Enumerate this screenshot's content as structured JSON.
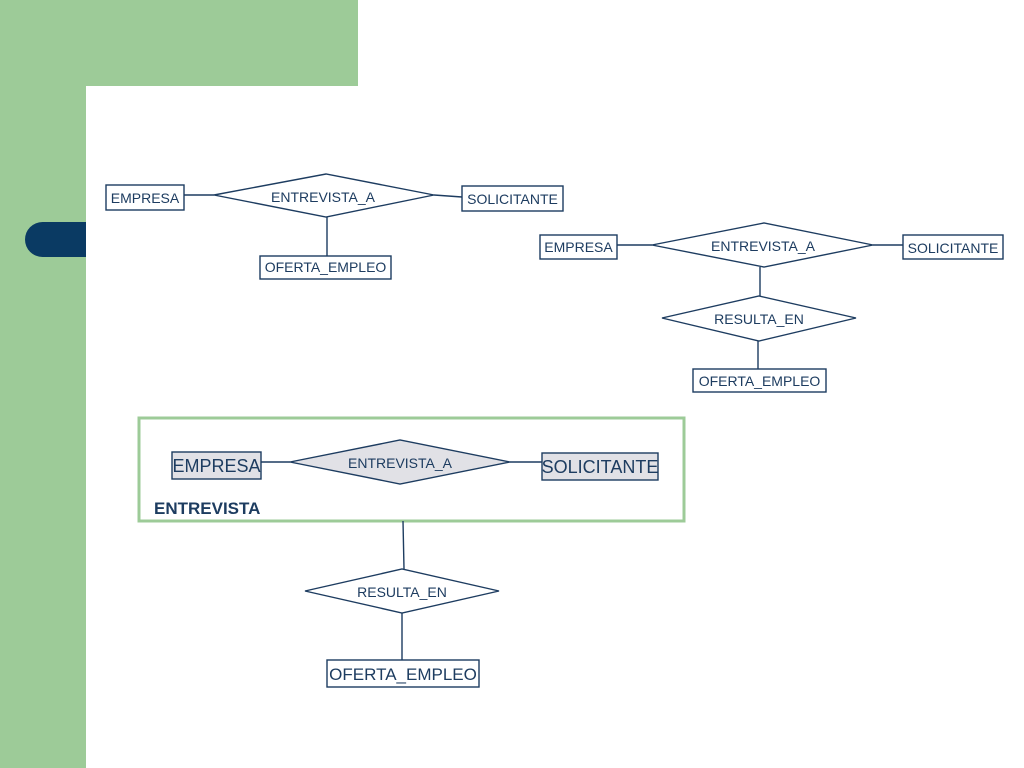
{
  "diagram1": {
    "entity_left": "EMPRESA",
    "relationship": "ENTREVISTA_A",
    "entity_right": "SOLICITANTE",
    "entity_bottom": "OFERTA_EMPLEO"
  },
  "diagram2": {
    "entity_left": "EMPRESA",
    "relationship": "ENTREVISTA_A",
    "entity_right": "SOLICITANTE",
    "relationship_bottom": "RESULTA_EN",
    "entity_bottom": "OFERTA_EMPLEO"
  },
  "diagram3": {
    "aggregation_label": "ENTREVISTA",
    "entity_left": "EMPRESA",
    "relationship": "ENTREVISTA_A",
    "entity_right": "SOLICITANTE",
    "relationship_bottom": "RESULTA_EN",
    "entity_bottom": "OFERTA_EMPLEO"
  },
  "colors": {
    "accent_green": "#9dcb98",
    "accent_blue": "#0a3a63",
    "line_color": "#1d3c60",
    "shaded_fill": "#e1e1e6"
  }
}
